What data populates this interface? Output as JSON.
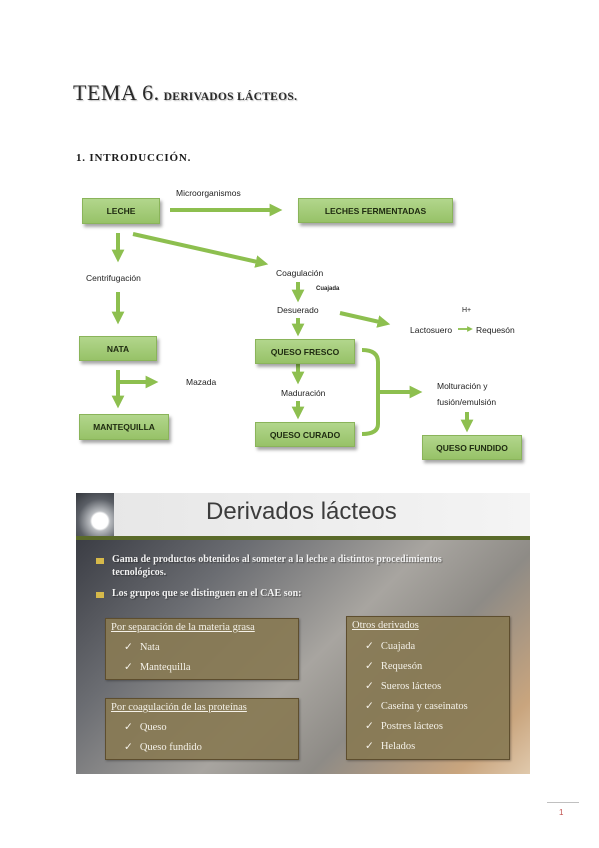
{
  "title": {
    "main": "TEMA 6.",
    "sub": "DERIVADOS LÁCTEOS."
  },
  "section": "1. INTRODUCCIÓN.",
  "diagram": {
    "boxes": {
      "leche": "LECHE",
      "fermentadas": "LECHES FERMENTADAS",
      "nata": "NATA",
      "mantequilla": "MANTEQUILLA",
      "fresco": "QUESO FRESCO",
      "curado": "QUESO CURADO",
      "fundido": "QUESO FUNDIDO"
    },
    "labels": {
      "microorganismos": "Microorganismos",
      "centrifugacion": "Centrifugación",
      "coagulacion": "Coagulación",
      "cuajada": "Cuajada",
      "desuerado": "Desuerado",
      "hplus": "H+",
      "lactosuero": "Lactosuero",
      "requeson": "Requesón",
      "mazada": "Mazada",
      "maduracion": "Maduración",
      "molturacion": "Molturación y",
      "fusion": "fusión/emulsión"
    },
    "colors": {
      "arrow": "#8dbf4f",
      "box": "#a5cc7a"
    }
  },
  "slide": {
    "title": "Derivados lácteos",
    "bullet1_line1": "Gama de productos obtenidos al someter a la leche a distintos procedimientos",
    "bullet1_line2": "tecnológicos.",
    "bullet2": "Los grupos que se distinguen en el CAE son:",
    "panel_grasa": {
      "heading": "Por separación de la materia grasa",
      "items": [
        "Nata",
        "Mantequilla"
      ]
    },
    "panel_proteinas": {
      "heading": "Por coagulación de las proteínas",
      "items": [
        "Queso",
        "Queso fundido"
      ]
    },
    "panel_otros": {
      "heading": "Otros derivados",
      "items": [
        "Cuajada",
        "Requesón",
        "Sueros lácteos",
        "Caseína y caseinatos",
        "Postres lácteos",
        "Helados"
      ]
    },
    "check_glyph": "✓",
    "colors": {
      "panel": "#887a54",
      "bullet": "#d6b94a"
    }
  },
  "page_number": "1"
}
